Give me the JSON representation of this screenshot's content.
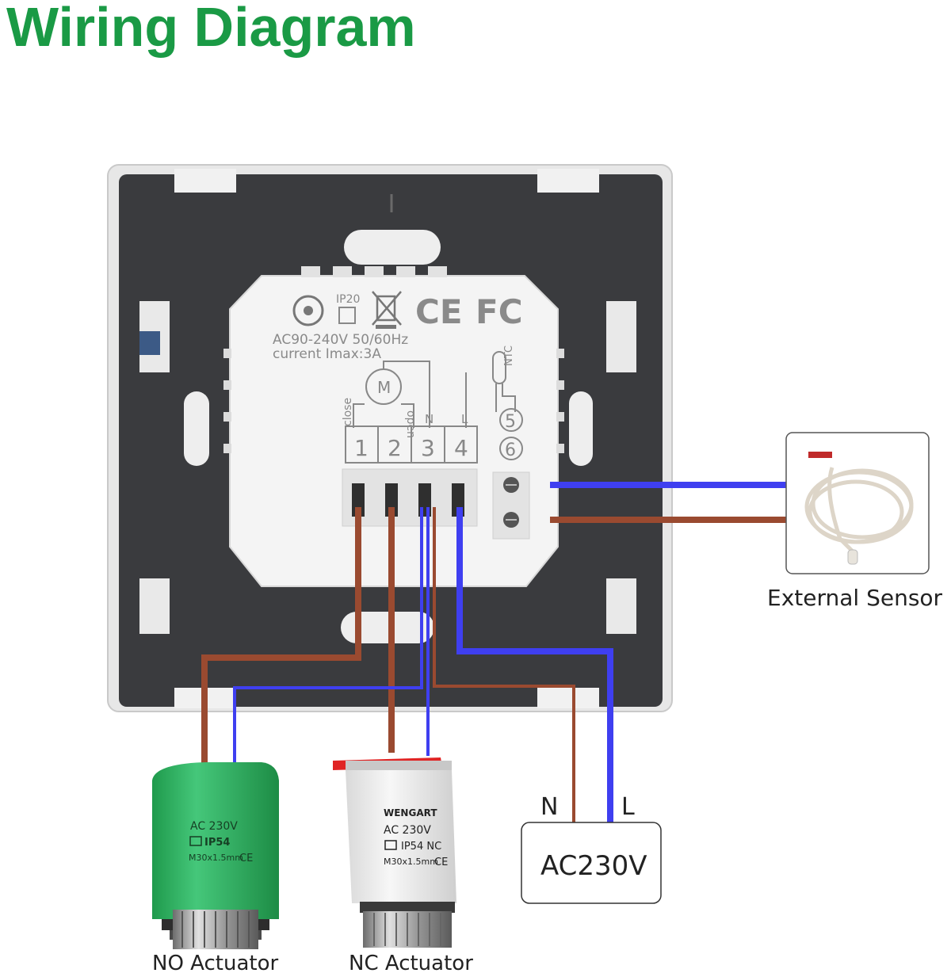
{
  "title": "Wiring Diagram",
  "device": {
    "ip_rating": "IP20",
    "rating_line1": "AC90-240V 50/60Hz",
    "rating_line2": "current Imax:3A",
    "cert_ce": "CE",
    "cert_fc": "FC",
    "motor_symbol": "M",
    "label_close": "close",
    "label_open": "open",
    "label_n": "N",
    "label_l": "L",
    "label_ntc": "NTC",
    "terminals": [
      "1",
      "2",
      "3",
      "4"
    ],
    "sensor_terminals": [
      "5",
      "6"
    ]
  },
  "external_sensor": {
    "label": "External Sensor"
  },
  "power": {
    "label": "AC230V",
    "n_label": "N",
    "l_label": "L"
  },
  "no_actuator": {
    "label": "NO Actuator",
    "line1": "AC 230V",
    "line2": "IP54",
    "line3": "M30x1.5mm",
    "mark": "CE"
  },
  "nc_actuator": {
    "label": "NC Actuator",
    "brand": "WENGART",
    "line1": "AC 230V",
    "line2": "IP54 NC",
    "line3": "M30x1.5mm",
    "mark": "CE"
  },
  "colors": {
    "title": "#1a9a45",
    "brown_wire": "#9a4a30",
    "blue_wire": "#3f3ff0",
    "panel": "#3a3b3e",
    "no_actuator_body": "#2fae5e"
  }
}
